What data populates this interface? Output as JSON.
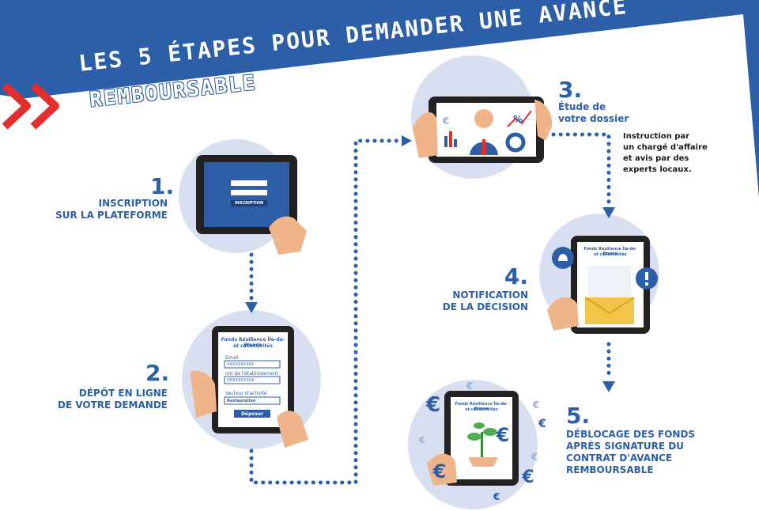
{
  "title": {
    "line1": "LES 5 ÉTAPES POUR DEMANDER UNE AVANCE",
    "line2": "REMBOURSABLE"
  },
  "steps": [
    {
      "number": "1.",
      "label_lines": [
        "INSCRIPTION",
        "SUR LA PLATEFORME"
      ]
    },
    {
      "number": "2.",
      "label_lines": [
        "DÉPÔT EN LIGNE",
        "DE VOTRE DEMANDE"
      ]
    },
    {
      "number": "3.",
      "label_lines": [
        "Étude de",
        "votre dossier"
      ],
      "note_lines": [
        "Instruction par",
        "un chargé d'affaire",
        "et avis par des",
        "experts locaux."
      ]
    },
    {
      "number": "4.",
      "label_lines": [
        "NOTIFICATION",
        "DE LA DÉCISION"
      ]
    },
    {
      "number": "5.",
      "label_lines": [
        "DÉBLOCAGE DES FONDS",
        "APRÈS SIGNATURE DU",
        "CONTRAT D'AVANCE",
        "REMBOURSABLE"
      ]
    }
  ],
  "screens": {
    "login_button": "INSCRIPTION",
    "fund_title_l1": "Fonds Résilience Île-de-France",
    "fund_title_l2": "et collectivités",
    "form_field1_label": "Email",
    "form_field2_label": "om de l'établissement",
    "form_field3_label": "Secteur d'activité",
    "form_value": "XXXXXXXXXX",
    "form_select_value": "Restauration",
    "form_submit": "Déposer",
    "percent_symbol": "%",
    "euro_symbol": "€"
  },
  "colors": {
    "brand_blue": "#2d5ea8",
    "light_circle": "#d7dff0",
    "accent_red": "#e42d2d",
    "tablet_frame": "#222222"
  }
}
